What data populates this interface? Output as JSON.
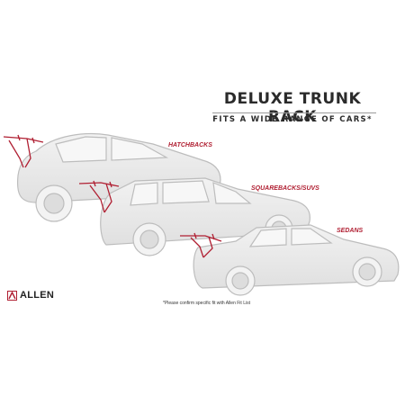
{
  "headline": {
    "title": "DELUXE TRUNK RACK",
    "subtitle": "FITS A WIDE RANGE OF CARS*"
  },
  "vehicles": [
    {
      "label": "HATCHBACKS"
    },
    {
      "label": "SQUAREBACKS/SUVS"
    },
    {
      "label": "SEDANS"
    }
  ],
  "brand": {
    "name": "ALLEN"
  },
  "footnote": "*Please confirm specific fit with Allen Fit List",
  "colors": {
    "accent": "#b01f32",
    "car_fill": "#ebebeb",
    "car_stroke": "#bdbdbd",
    "text": "#2b2b2b"
  }
}
